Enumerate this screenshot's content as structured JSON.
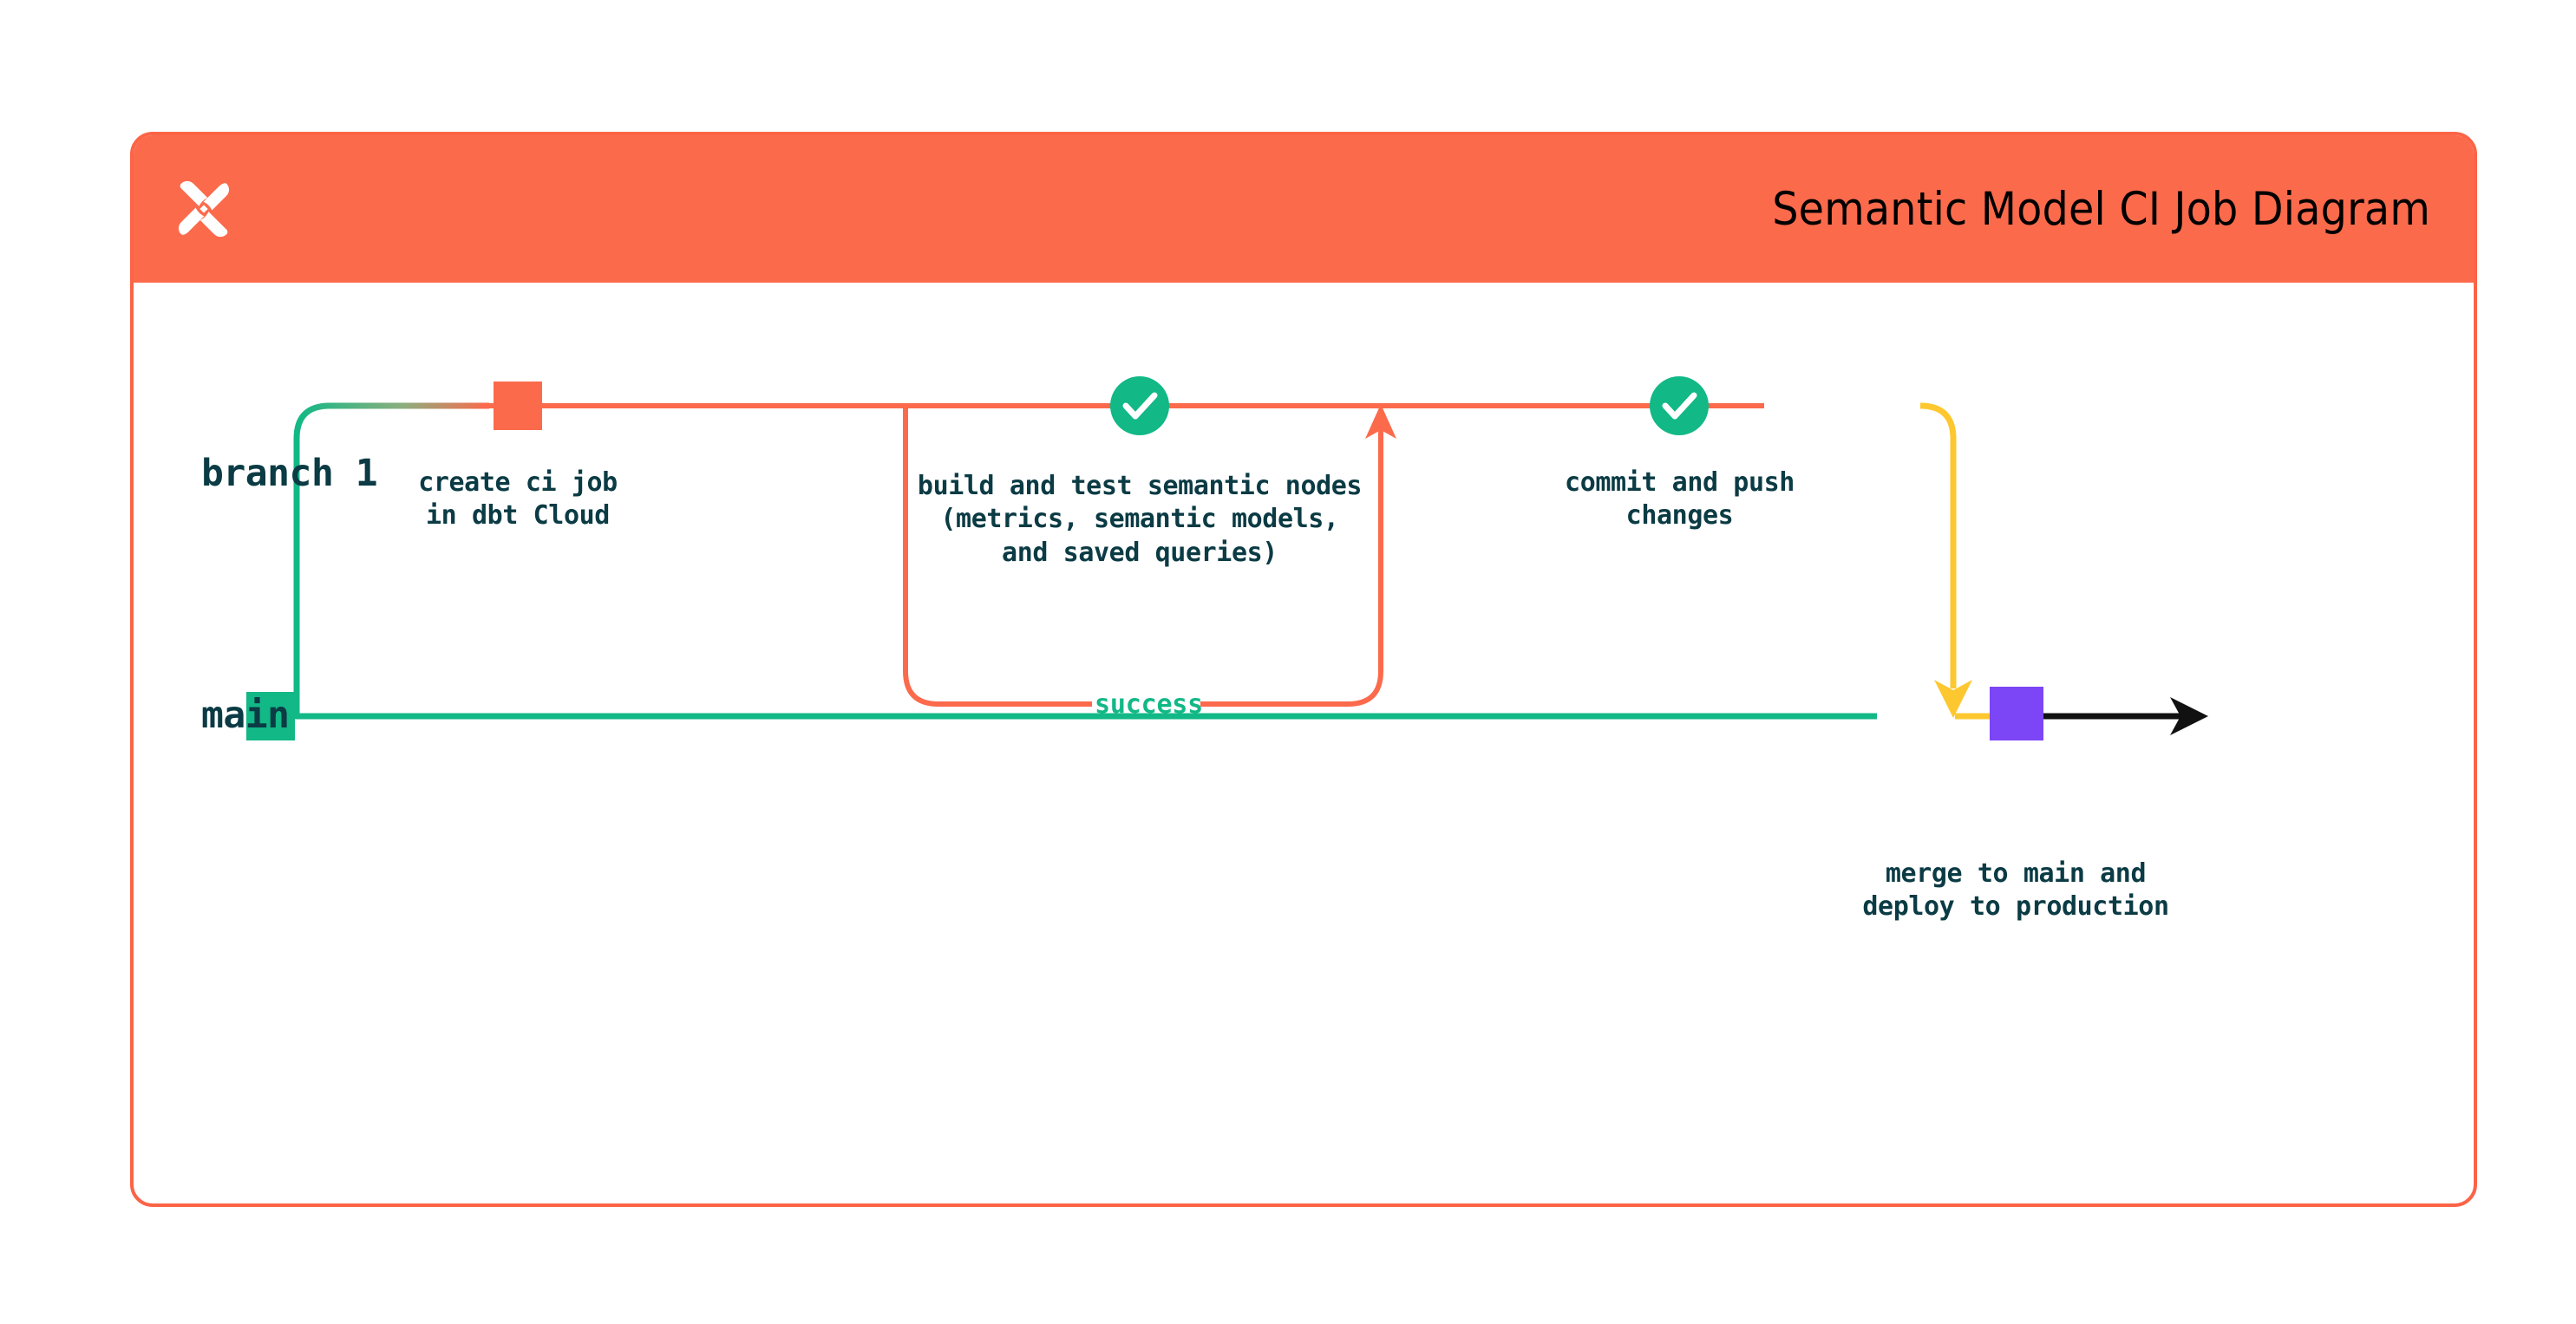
{
  "header": {
    "title": "Semantic Model CI Job Diagram",
    "logo_icon": "dbt-logo-icon",
    "background_color": "#FC6A4C",
    "title_color": "#000000"
  },
  "card": {
    "border_color": "#FB6446",
    "background_color": "#FFFFFF"
  },
  "diagram": {
    "type": "git-branch-flow",
    "lanes": [
      {
        "id": "branch",
        "label": "branch 1"
      },
      {
        "id": "main",
        "label": "main"
      }
    ],
    "nodes": [
      {
        "id": "create-ci-job",
        "lane": "branch",
        "marker": "square",
        "marker_color": "#FC6A4C",
        "label_lines": [
          "create ci job",
          "in dbt Cloud"
        ]
      },
      {
        "id": "build-and-test",
        "lane": "branch",
        "marker": "check-circle",
        "marker_color": "#12B886",
        "label_lines": [
          "build and test semantic nodes",
          "(metrics, semantic models,",
          "and saved queries)"
        ]
      },
      {
        "id": "commit-and-push",
        "lane": "branch",
        "marker": "check-circle",
        "marker_color": "#12B886",
        "label_lines": [
          "commit and push",
          "changes"
        ]
      },
      {
        "id": "merge-to-main",
        "lane": "main",
        "marker": "square",
        "marker_color": "#7C45F5",
        "label_lines": [
          "merge to main and",
          "deploy to production"
        ]
      },
      {
        "id": "main-start",
        "lane": "main",
        "marker": "square",
        "marker_color": "#12B886",
        "label_lines": []
      }
    ],
    "edges": [
      {
        "id": "success-loop",
        "label": "success",
        "label_color": "#12B886",
        "stroke_color": "#FC6A4C",
        "direction": "loop-back-up"
      },
      {
        "id": "branch-from-main",
        "stroke": "gradient",
        "from_color": "#12B886",
        "to_color": "#FC6A4C"
      },
      {
        "id": "merge-into-main",
        "stroke_color": "#FDC82F",
        "direction": "down-arrow"
      },
      {
        "id": "main-continues",
        "stroke_color": "#111111",
        "direction": "right-arrow"
      }
    ],
    "colors": {
      "green": "#12B886",
      "orange": "#FC6A4C",
      "yellow": "#FDC82F",
      "purple": "#7C45F5",
      "text": "#0B3B44",
      "black": "#111111"
    }
  }
}
